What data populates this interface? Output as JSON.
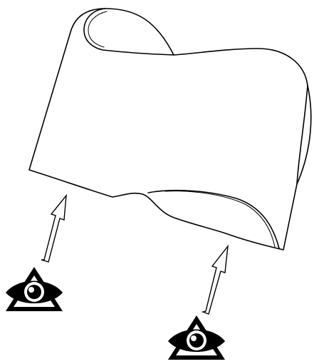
{
  "figure": {
    "background": "#ffffff",
    "stroke_color": "#000000",
    "fill_color": "#ffffff",
    "elements": [
      {
        "name": "curved-surface-sheet"
      },
      {
        "name": "view-arrow-left"
      },
      {
        "name": "view-arrow-right"
      },
      {
        "name": "eye-icon-left"
      },
      {
        "name": "eye-icon-right"
      }
    ]
  }
}
